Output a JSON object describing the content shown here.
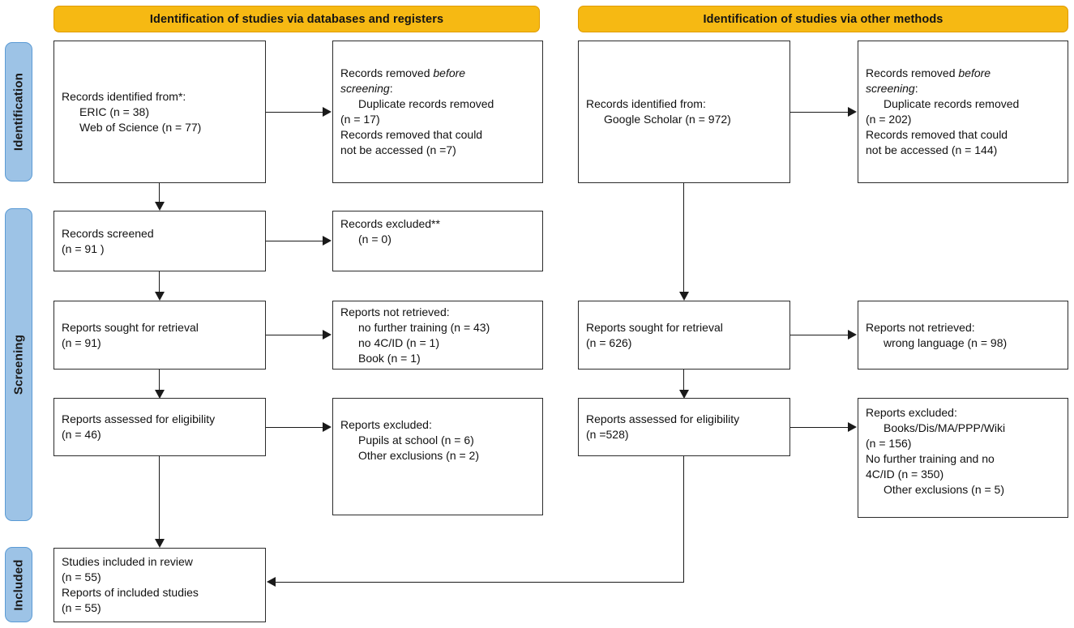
{
  "diagram": {
    "title": "PRISMA 2020 flow diagram",
    "colors": {
      "banner_fill": "#F6B913",
      "pill_fill": "#9DC3E6",
      "box_border": "#2b2b2b",
      "connector": "#1a1a1a"
    }
  },
  "phases": [
    {
      "id": "identification",
      "label": "Identification"
    },
    {
      "id": "screening",
      "label": "Screening"
    },
    {
      "id": "included",
      "label": "Included"
    }
  ],
  "banners": [
    {
      "id": "databases",
      "label": "Identification of studies via databases and registers"
    },
    {
      "id": "other-methods",
      "label": "Identification of studies via other methods"
    }
  ],
  "boxes": {
    "db_identified": {
      "lines": [
        {
          "text": "Records identified from*:",
          "indent": 0
        },
        {
          "text": "ERIC (n = 38)",
          "indent": 1
        },
        {
          "text": "Web of Science (n = 77)",
          "indent": 1
        }
      ]
    },
    "db_removed_before": {
      "lines": [
        {
          "text": "Records removed before",
          "indent": 0,
          "italic_tail": "before"
        },
        {
          "text": "screening:",
          "indent": 0,
          "italic_head": "screening"
        },
        {
          "text": "Duplicate records removed",
          "indent": 1
        },
        {
          "text": "(n = 17)",
          "indent": 0
        },
        {
          "text": "Records removed that could",
          "indent": 0
        },
        {
          "text": "not be accessed (n =7)",
          "indent": 0
        }
      ]
    },
    "db_screened": {
      "lines": [
        {
          "text": "Records screened",
          "indent": 0
        },
        {
          "text": "(n = 91 )",
          "indent": 0
        }
      ]
    },
    "db_excluded": {
      "lines": [
        {
          "text": "Records excluded**",
          "indent": 0
        },
        {
          "text": "(n = 0)",
          "indent": 1
        }
      ]
    },
    "db_sought": {
      "lines": [
        {
          "text": "Reports sought for retrieval",
          "indent": 0
        },
        {
          "text": "(n = 91)",
          "indent": 0
        }
      ]
    },
    "db_not_retrieved": {
      "lines": [
        {
          "text": "Reports not retrieved:",
          "indent": 0
        },
        {
          "text": "no further training (n = 43)",
          "indent": 1
        },
        {
          "text": "no 4C/ID (n = 1)",
          "indent": 1
        },
        {
          "text": "Book (n = 1)",
          "indent": 1
        }
      ]
    },
    "db_assessed": {
      "lines": [
        {
          "text": "Reports assessed for eligibility",
          "indent": 0
        },
        {
          "text": "(n = 46)",
          "indent": 0
        }
      ]
    },
    "db_reports_excluded": {
      "lines": [
        {
          "text": "Reports excluded:",
          "indent": 0
        },
        {
          "text": "Pupils at school (n = 6)",
          "indent": 1
        },
        {
          "text": "Other exclusions (n = 2)",
          "indent": 1
        }
      ]
    },
    "om_identified": {
      "lines": [
        {
          "text": "Records identified from:",
          "indent": 0
        },
        {
          "text": "Google Scholar (n = 972)",
          "indent": 1
        }
      ]
    },
    "om_removed_before": {
      "lines": [
        {
          "text": "Records removed before",
          "indent": 0,
          "italic_tail": "before"
        },
        {
          "text": "screening:",
          "indent": 0,
          "italic_head": "screening"
        },
        {
          "text": "Duplicate records removed",
          "indent": 1
        },
        {
          "text": "(n = 202)",
          "indent": 0
        },
        {
          "text": "Records removed that could",
          "indent": 0
        },
        {
          "text": "not be accessed (n = 144)",
          "indent": 0
        }
      ]
    },
    "om_sought": {
      "lines": [
        {
          "text": "Reports sought for retrieval",
          "indent": 0
        },
        {
          "text": "(n = 626)",
          "indent": 0
        }
      ]
    },
    "om_not_retrieved": {
      "lines": [
        {
          "text": "Reports not retrieved:",
          "indent": 0
        },
        {
          "text": "wrong language (n = 98)",
          "indent": 1
        }
      ]
    },
    "om_assessed": {
      "lines": [
        {
          "text": "Reports assessed for eligibility",
          "indent": 0
        },
        {
          "text": "(n =528)",
          "indent": 0
        }
      ]
    },
    "om_reports_excluded": {
      "lines": [
        {
          "text": "Reports excluded:",
          "indent": 0
        },
        {
          "text": "Books/Dis/MA/PPP/Wiki",
          "indent": 1
        },
        {
          "text": "(n = 156)",
          "indent": 0
        },
        {
          "text": "No further training and no",
          "indent": 0
        },
        {
          "text": "4C/ID (n = 350)",
          "indent": 0
        },
        {
          "text": "Other exclusions (n = 5)",
          "indent": 1
        }
      ]
    },
    "included": {
      "lines": [
        {
          "text": "Studies included in review",
          "indent": 0
        },
        {
          "text": "(n = 55)",
          "indent": 0
        },
        {
          "text": "Reports of included studies",
          "indent": 0
        },
        {
          "text": "(n = 55)",
          "indent": 0
        }
      ]
    }
  },
  "chart_data": {
    "type": "diagram",
    "title": "PRISMA 2020 flow diagram",
    "streams": [
      {
        "name": "Identification of studies via databases and registers",
        "steps": [
          {
            "label": "Records identified from*",
            "sources": [
              {
                "name": "ERIC",
                "n": 38
              },
              {
                "name": "Web of Science",
                "n": 77
              }
            ]
          },
          {
            "label": "Records removed before screening",
            "items": [
              {
                "name": "Duplicate records removed",
                "n": 17
              },
              {
                "name": "Records removed that could not be accessed",
                "n": 7
              }
            ]
          },
          {
            "label": "Records screened",
            "n": 91
          },
          {
            "label": "Records excluded**",
            "n": 0
          },
          {
            "label": "Reports sought for retrieval",
            "n": 91
          },
          {
            "label": "Reports not retrieved",
            "items": [
              {
                "name": "no further training",
                "n": 43
              },
              {
                "name": "no 4C/ID",
                "n": 1
              },
              {
                "name": "Book",
                "n": 1
              }
            ]
          },
          {
            "label": "Reports assessed for eligibility",
            "n": 46
          },
          {
            "label": "Reports excluded",
            "items": [
              {
                "name": "Pupils at school",
                "n": 6
              },
              {
                "name": "Other exclusions",
                "n": 2
              }
            ]
          }
        ]
      },
      {
        "name": "Identification of studies via other methods",
        "steps": [
          {
            "label": "Records identified from",
            "sources": [
              {
                "name": "Google Scholar",
                "n": 972
              }
            ]
          },
          {
            "label": "Records removed before screening",
            "items": [
              {
                "name": "Duplicate records removed",
                "n": 202
              },
              {
                "name": "Records removed that could not be accessed",
                "n": 144
              }
            ]
          },
          {
            "label": "Reports sought for retrieval",
            "n": 626
          },
          {
            "label": "Reports not retrieved",
            "items": [
              {
                "name": "wrong language",
                "n": 98
              }
            ]
          },
          {
            "label": "Reports assessed for eligibility",
            "n": 528
          },
          {
            "label": "Reports excluded",
            "items": [
              {
                "name": "Books/Dis/MA/PPP/Wiki",
                "n": 156
              },
              {
                "name": "No further training and no 4C/ID",
                "n": 350
              },
              {
                "name": "Other exclusions",
                "n": 5
              }
            ]
          }
        ]
      }
    ],
    "outcome": {
      "label": "Included",
      "studies_included_in_review": 55,
      "reports_of_included_studies": 55
    }
  }
}
